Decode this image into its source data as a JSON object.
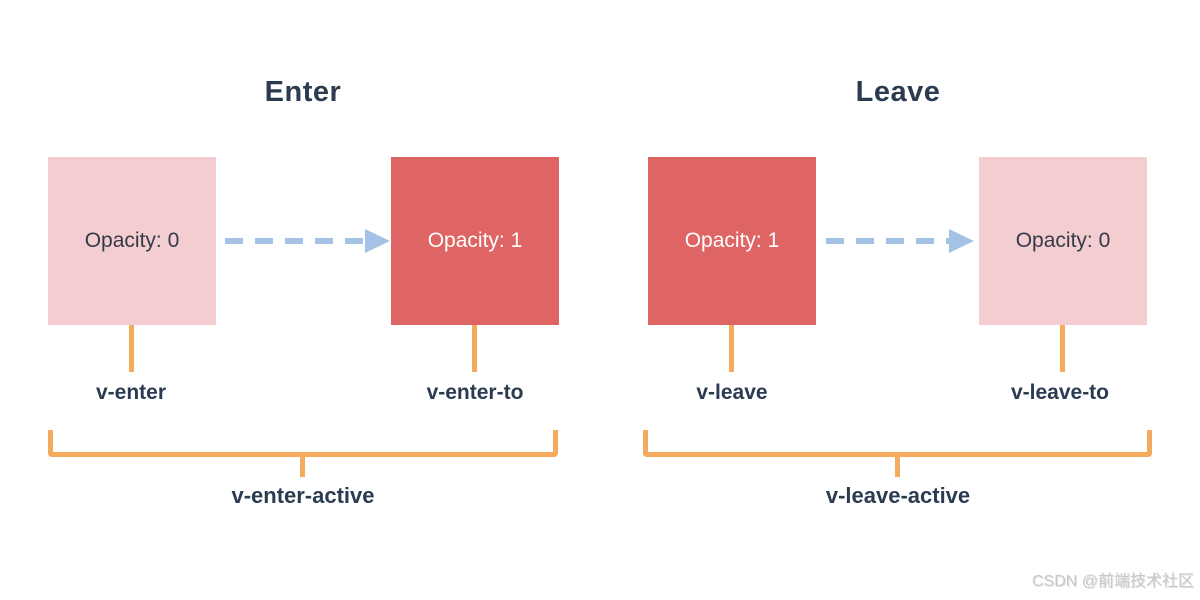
{
  "page": {
    "background": "#ffffff",
    "watermark": {
      "text": "CSDN @前端技术社区",
      "color": "#c9c9c9"
    }
  },
  "colors": {
    "heading_text": "#2b3c52",
    "pink_box": "#f4cdd1",
    "red_box": "#df6464",
    "arrow_blue": "#a4c2e5",
    "line_orange": "#f6aa5e",
    "box_text_dark": "#333b48",
    "box_text_light": "#ffffff"
  },
  "sections": {
    "enter": {
      "title": "Enter",
      "start_box_label": "Opacity: 0",
      "end_box_label": "Opacity: 1",
      "start_class": "v-enter",
      "end_class": "v-enter-to",
      "active_class": "v-enter-active"
    },
    "leave": {
      "title": "Leave",
      "start_box_label": "Opacity: 1",
      "end_box_label": "Opacity: 0",
      "start_class": "v-leave",
      "end_class": "v-leave-to",
      "active_class": "v-leave-active"
    }
  }
}
